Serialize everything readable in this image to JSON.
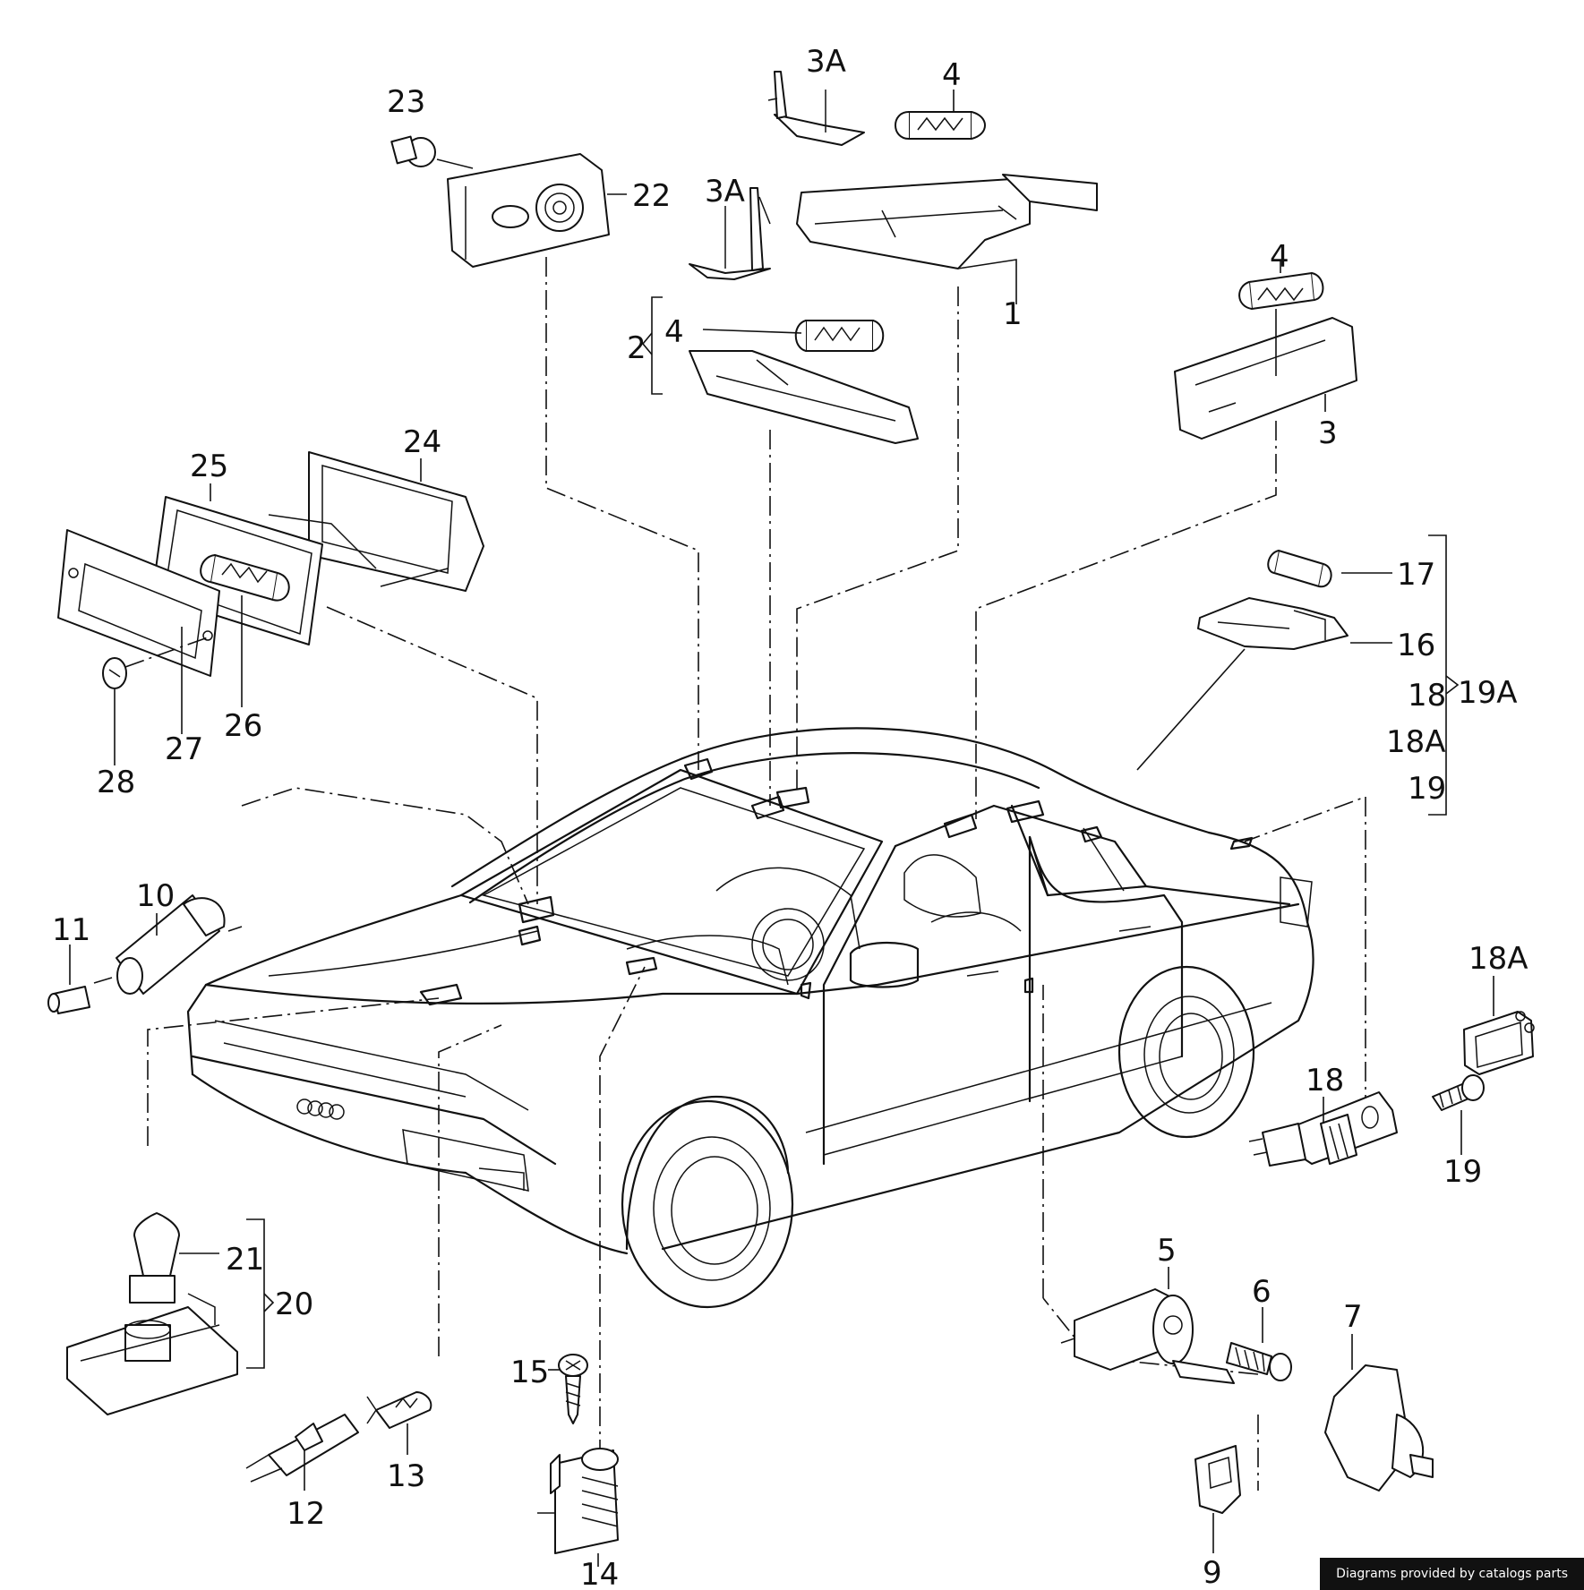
{
  "callouts": [
    {
      "id": "c1",
      "text": "1"
    },
    {
      "id": "c2",
      "text": "2"
    },
    {
      "id": "c3",
      "text": "3"
    },
    {
      "id": "c3a_a",
      "text": "3A"
    },
    {
      "id": "c3a_b",
      "text": "3A"
    },
    {
      "id": "c4_a",
      "text": "4"
    },
    {
      "id": "c4_b",
      "text": "4"
    },
    {
      "id": "c4_c",
      "text": "4"
    },
    {
      "id": "c5",
      "text": "5"
    },
    {
      "id": "c6",
      "text": "6"
    },
    {
      "id": "c7",
      "text": "7"
    },
    {
      "id": "c9",
      "text": "9"
    },
    {
      "id": "c10",
      "text": "10"
    },
    {
      "id": "c11",
      "text": "11"
    },
    {
      "id": "c12",
      "text": "12"
    },
    {
      "id": "c13",
      "text": "13"
    },
    {
      "id": "c14",
      "text": "14"
    },
    {
      "id": "c15",
      "text": "15"
    },
    {
      "id": "c16",
      "text": "16"
    },
    {
      "id": "c17",
      "text": "17"
    },
    {
      "id": "c18_a",
      "text": "18"
    },
    {
      "id": "c18_b",
      "text": "18"
    },
    {
      "id": "c18a_a",
      "text": "18A"
    },
    {
      "id": "c18a_b",
      "text": "18A"
    },
    {
      "id": "c19_a",
      "text": "19"
    },
    {
      "id": "c19_b",
      "text": "19"
    },
    {
      "id": "c19a",
      "text": "19A"
    },
    {
      "id": "c20",
      "text": "20"
    },
    {
      "id": "c21",
      "text": "21"
    },
    {
      "id": "c22",
      "text": "22"
    },
    {
      "id": "c23",
      "text": "23"
    },
    {
      "id": "c24",
      "text": "24"
    },
    {
      "id": "c25",
      "text": "25"
    },
    {
      "id": "c26",
      "text": "26"
    },
    {
      "id": "c27",
      "text": "27"
    },
    {
      "id": "c28",
      "text": "28"
    }
  ],
  "footer": "Diagrams provided by catalogs parts"
}
